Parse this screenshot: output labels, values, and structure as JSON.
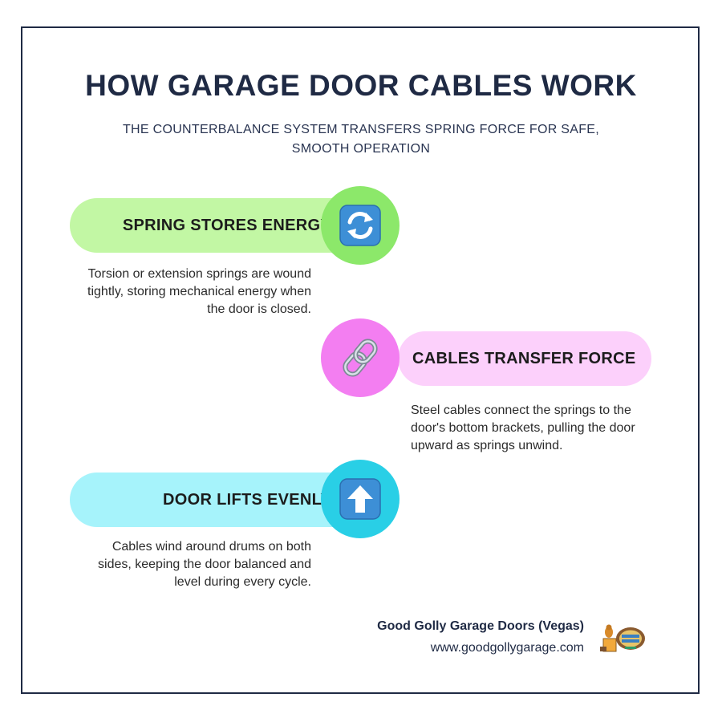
{
  "title": "HOW GARAGE DOOR CABLES WORK",
  "subtitle": "THE COUNTERBALANCE SYSTEM TRANSFERS SPRING FORCE FOR SAFE, SMOOTH OPERATION",
  "steps": [
    {
      "label": "SPRING STORES ENERGY",
      "description": "Torsion or extension springs are wound tightly, storing mechanical energy when the door is closed.",
      "icon": "cycle-arrows-icon",
      "pill_color": "#c2f7a4",
      "circle_color": "#8ce86a"
    },
    {
      "label": "CABLES TRANSFER FORCE",
      "description": "Steel cables connect the springs to the door's bottom brackets, pulling the door upward as springs unwind.",
      "icon": "chain-link-icon",
      "pill_color": "#fcd0fb",
      "circle_color": "#f37ef1"
    },
    {
      "label": "DOOR LIFTS EVENLY",
      "description": "Cables wind around drums on both sides, keeping the door balanced and level during every cycle.",
      "icon": "up-arrow-icon",
      "pill_color": "#a6f3fb",
      "circle_color": "#29cfe6"
    }
  ],
  "footer": {
    "company": "Good Golly Garage Doors (Vegas)",
    "url": "www.goodgollygarage.com",
    "logo_icon": "good-golly-logo-icon"
  }
}
